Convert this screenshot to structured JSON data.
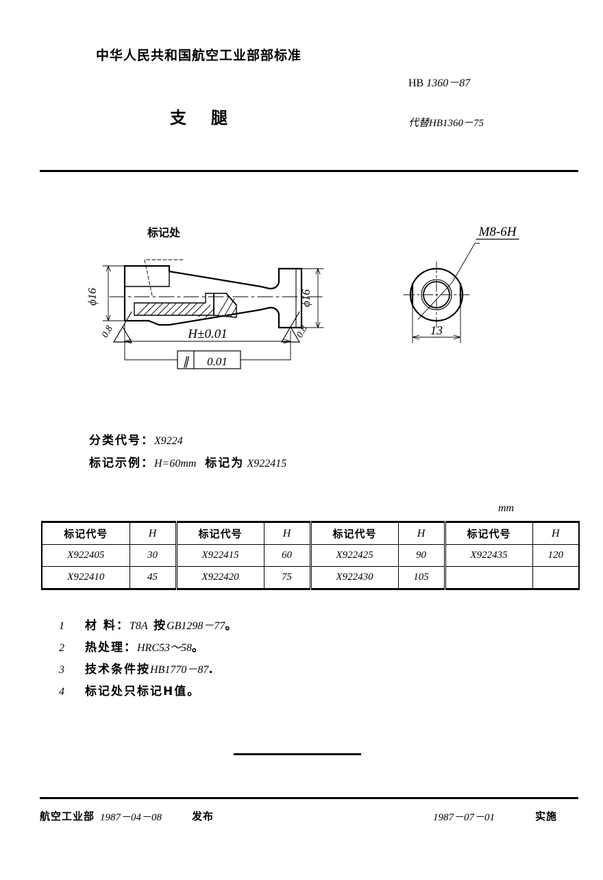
{
  "header": {
    "ministry_title": "中华人民共和国航空工业部部标准",
    "standard_prefix": "HB",
    "standard_number": "1360－87",
    "doc_title": "支腿",
    "replaces": "代替HB1360－75"
  },
  "drawing": {
    "mark_place_label": "标记处",
    "diameter_left": "ϕ16",
    "diameter_right": "ϕ16",
    "roughness_left": "0.8",
    "roughness_right": "0.8",
    "length_dim": "H±0.01",
    "tolerance_symbol": "∥",
    "tolerance_value": "0.01",
    "thread_label": "M8-6H",
    "flat_width": "13"
  },
  "classification": {
    "label": "分类代号：",
    "value": "X9224",
    "example_label": "标记示例：",
    "example_value": "H=60mm",
    "example_mark_label": "标记为",
    "example_mark_value": "X922415"
  },
  "table": {
    "unit": "mm",
    "headers": [
      "标记代号",
      "H"
    ],
    "groups": [
      {
        "rows": [
          [
            "X922405",
            "30"
          ],
          [
            "X922410",
            "45"
          ]
        ]
      },
      {
        "rows": [
          [
            "X922415",
            "60"
          ],
          [
            "X922420",
            "75"
          ]
        ]
      },
      {
        "rows": [
          [
            "X922425",
            "90"
          ],
          [
            "X922430",
            "105"
          ]
        ]
      },
      {
        "rows": [
          [
            "X922435",
            "120"
          ],
          [
            "",
            ""
          ]
        ]
      }
    ]
  },
  "notes": [
    {
      "num": "1",
      "cn_a": "材  料：",
      "it_a": "T8A",
      "cn_b": "按",
      "it_b": "GB1298－77",
      "cn_c": "。"
    },
    {
      "num": "2",
      "cn_a": "热处理：",
      "it_a": "HRC53～58",
      "cn_b": "",
      "it_b": "",
      "cn_c": "。"
    },
    {
      "num": "3",
      "cn_a": "技术条件按",
      "it_a": "HB1770－87",
      "cn_b": "",
      "it_b": "",
      "cn_c": "."
    },
    {
      "num": "4",
      "cn_a": "标记处只标记H值",
      "it_a": "",
      "cn_b": "",
      "it_b": "",
      "cn_c": "。"
    }
  ],
  "footer": {
    "ministry": "航空工业部",
    "issue_date": "1987－04－08",
    "issue_word": "发布",
    "effective_date": "1987－07－01",
    "effective_word": "实施"
  }
}
